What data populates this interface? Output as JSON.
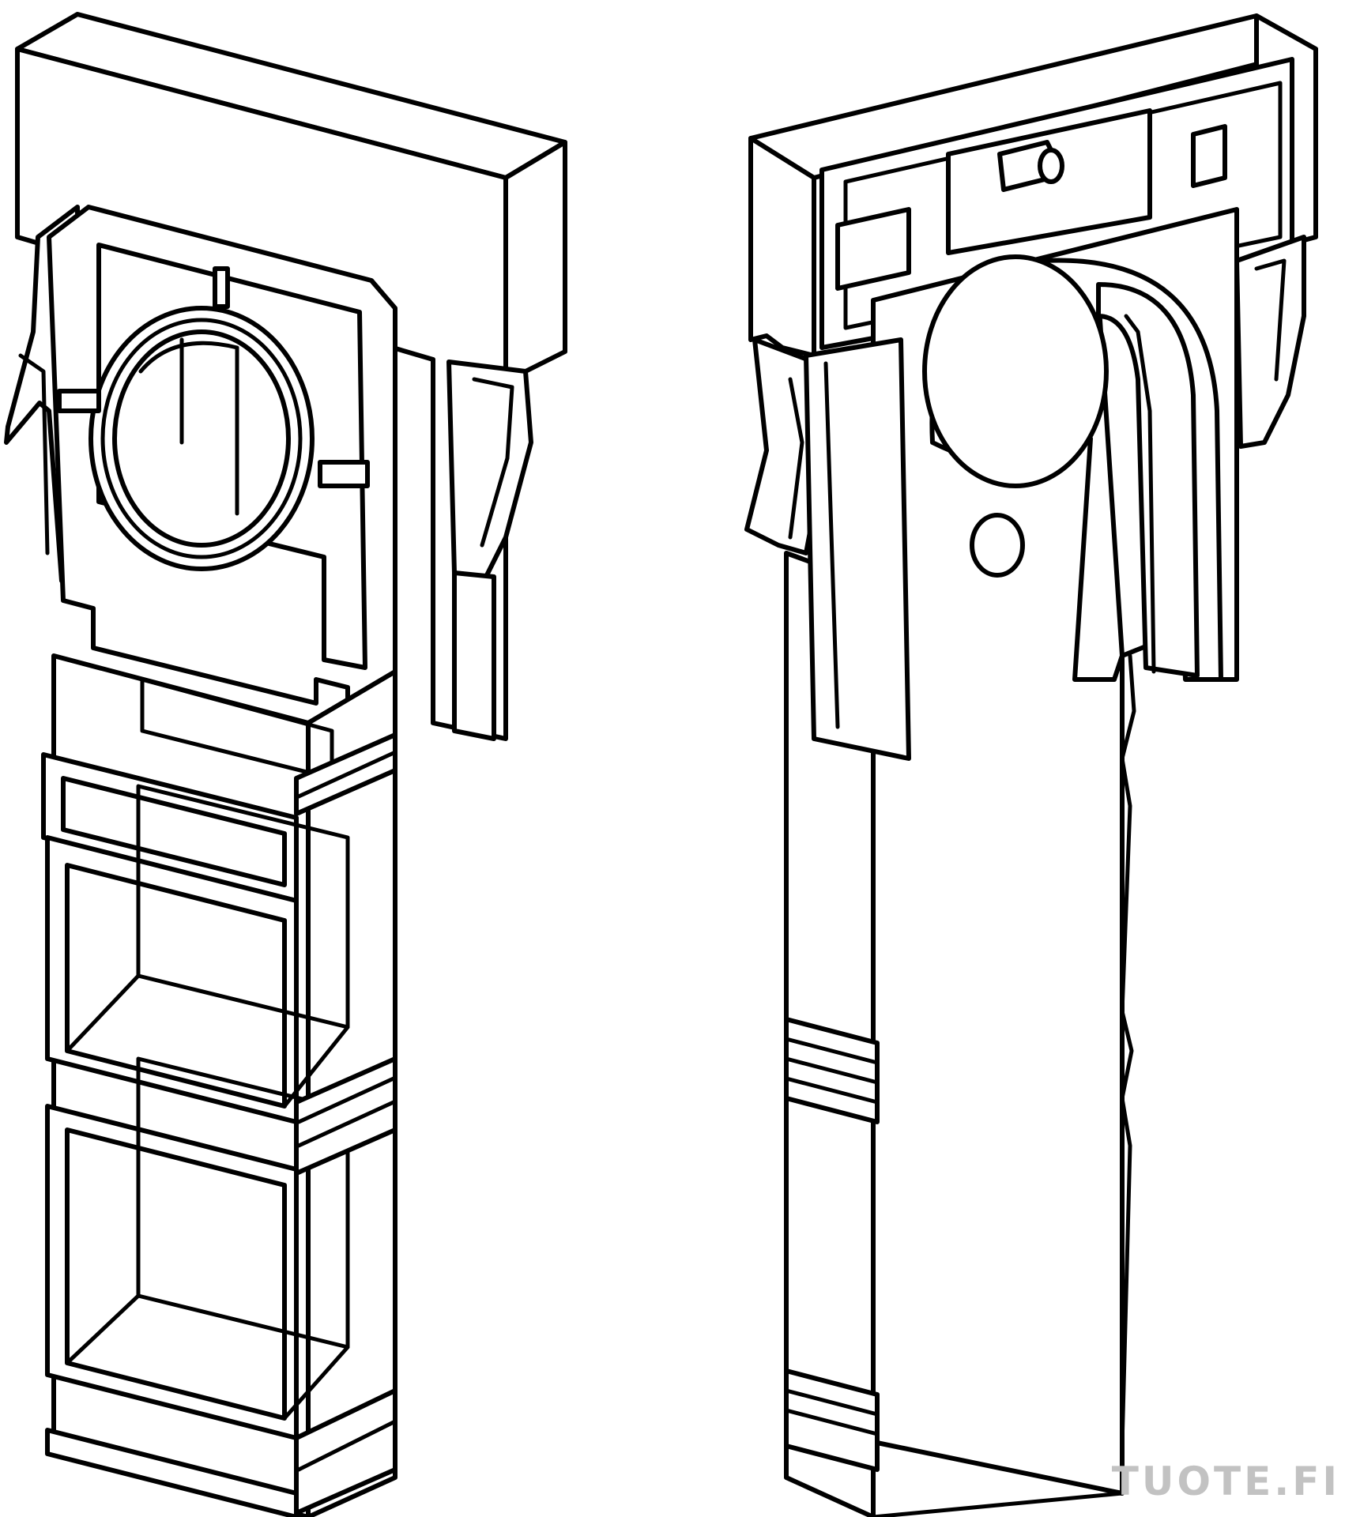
{
  "watermark": {
    "text": "TUOTE.FI",
    "color": "#c2c2c2"
  },
  "drawing": {
    "style": "black line art on white background",
    "line_color": "#000000",
    "background_color": "#ffffff",
    "views": [
      "front-view",
      "rear-view"
    ]
  }
}
